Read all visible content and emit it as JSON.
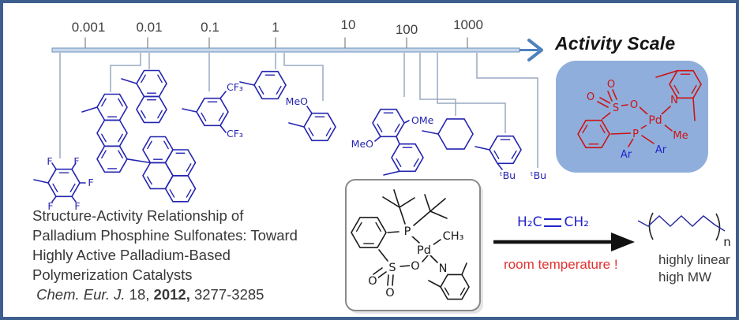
{
  "axis": {
    "title": "Activity Scale",
    "ticks": [
      "0.001",
      "0.01",
      "0.1",
      "1",
      "10",
      "100",
      "1000"
    ]
  },
  "atoms": {
    "F": "F",
    "CF3": "CF₃",
    "MeO": "MeO",
    "OMe": "OMe",
    "tBu": "ᵗBu",
    "Ar": "Ar",
    "Pd": "Pd",
    "P": "P",
    "N": "N",
    "S": "S",
    "O": "O",
    "Me": "Me",
    "CH3": "CH₃",
    "n": "n"
  },
  "reaction": {
    "ethylene_left": "H₂C",
    "ethylene_right": "CH₂",
    "condition": "room temperature !",
    "product_note": [
      "highly linear",
      "high MW"
    ]
  },
  "citation": {
    "line1": "Structure-Activity Relationship of",
    "line2": "Palladium Phosphine Sulfonates: Toward",
    "line3": "Highly Active Palladium-Based",
    "line4": "Polymerization Catalysts",
    "journal": "Chem. Eur. J.",
    "volume": " 18, ",
    "year": "2012,",
    "pages": " 3277-3285"
  },
  "colors": {
    "border": "#3E5E8E",
    "axis": "#4F81BD",
    "structure_blue": "#2424B0",
    "connector": "#9AA9C2",
    "complex_red": "#CC1414",
    "highlight_box": "#8FAEDC",
    "condition_red": "#E23030",
    "ethylene_blue": "#2222CC"
  }
}
